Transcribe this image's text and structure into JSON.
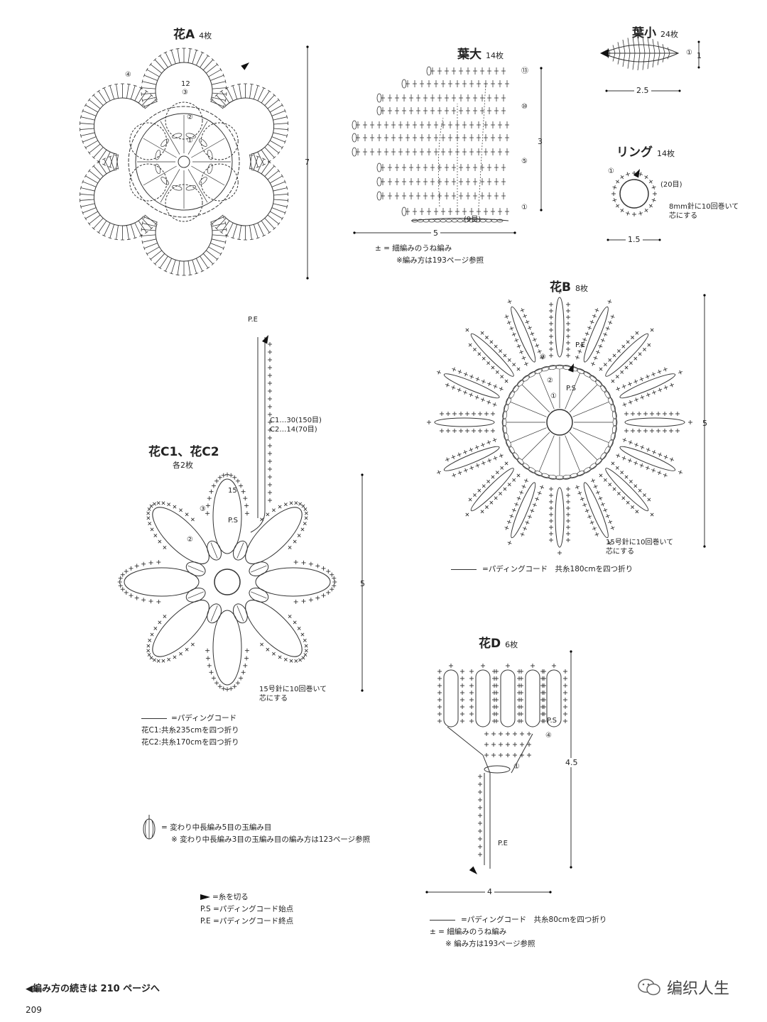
{
  "flowerA": {
    "title": "花A",
    "count": "4枚",
    "height": "7",
    "rounds": [
      "①",
      "②",
      "③",
      "④"
    ],
    "stitch_count": "12"
  },
  "leafL": {
    "title": "葉大",
    "count": "14枚",
    "rows": [
      "⑬",
      "⑩",
      "⑤",
      "①"
    ],
    "base": "(9目)",
    "width": "5",
    "height": "3",
    "legend_symbol": "±",
    "legend_text": "= 細編みのうね編み",
    "legend_ref": "※編み方は193ページ参照"
  },
  "leafS": {
    "title": "葉小",
    "count": "24枚",
    "round": "①",
    "height": "1",
    "width": "2.5"
  },
  "ring": {
    "title": "リング",
    "count": "14枚",
    "round": "①",
    "stitches": "(20目)",
    "note1": "8mm針に10回巻いて",
    "note2": "芯にする",
    "width": "1.5"
  },
  "flowerB": {
    "title": "花B",
    "count": "8枚",
    "rounds": [
      "③",
      "②",
      "①"
    ],
    "pe": "P.E",
    "ps": "P.S",
    "height": "5",
    "note1": "15号針に10回巻いて",
    "note2": "芯にする",
    "legend": "=パディングコード　共糸180cmを四つ折り"
  },
  "flowerC": {
    "title": "花C1、花C2",
    "count": "各2枚",
    "pe": "P.E",
    "stem1": "C1…30(150目)",
    "stem2": "C2…14(70目)",
    "rounds": [
      "③",
      "②"
    ],
    "ps": "P.S",
    "stitch_count": "15",
    "height": "5",
    "note1": "15号針に10回巻いて",
    "note2": "芯にする",
    "legend": "=パディングコード",
    "c1": "花C1:共糸235cmを四つ折り",
    "c2": "花C2:共糸170cmを四つ折り"
  },
  "flowerD": {
    "title": "花D",
    "count": "6枚",
    "ps": "P.S",
    "pe": "P.E",
    "rounds": [
      "④",
      "①"
    ],
    "height": "4.5",
    "width": "4",
    "legend": "=パディングコード　共糸80cmを四つ折り",
    "legend_symbol": "±",
    "legend_text": "= 細編みのうね編み",
    "legend_ref": "※ 編み方は193ページ参照"
  },
  "legends": {
    "bobble_text": "= 変わり中長編み5目の玉編み目",
    "bobble_ref": "※ 変わり中長編み3目の玉編み目の編み方は123ページ参照",
    "cut": "=糸を切る",
    "ps": "P.S",
    "ps_text": "=パディングコード始点",
    "pe": "P.E",
    "pe_text": "=パディングコード終点"
  },
  "footer": {
    "continue": "◀編み方の続きは 210 ページへ",
    "page": "209",
    "watermark": "编织人生"
  }
}
